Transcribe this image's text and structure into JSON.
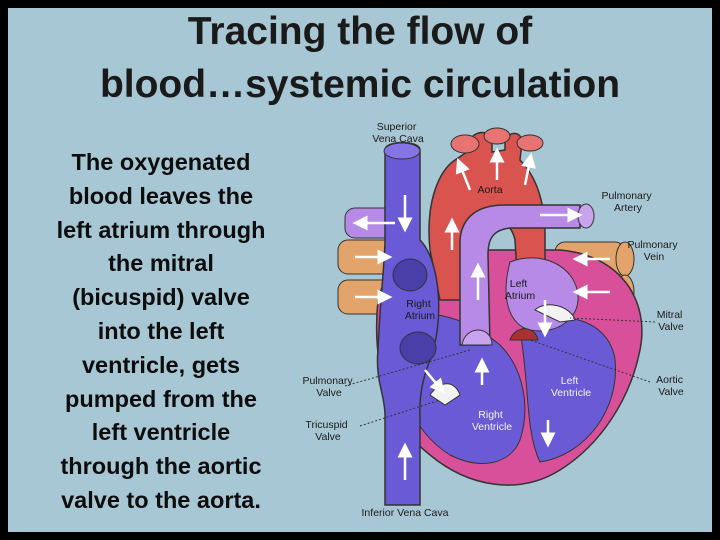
{
  "title": {
    "line1": "Tracing the flow of",
    "line2": "blood…systemic circulation"
  },
  "body_lines": [
    "The oxygenated",
    "blood leaves the",
    "left atrium through",
    "the mitral",
    "(bicuspid) valve",
    "into the left",
    "ventricle, gets",
    "pumped from the",
    "left ventricle",
    "through the aortic",
    "valve to the aorta."
  ],
  "labels": {
    "superior_vena_cava": [
      "Superior",
      "Vena Cava"
    ],
    "aorta": "Aorta",
    "pulmonary_artery": [
      "Pulmonary",
      "Artery"
    ],
    "pulmonary_vein": [
      "Pulmonary",
      "Vein"
    ],
    "left_atrium": [
      "Left",
      "Atrium"
    ],
    "right_atrium": [
      "Right",
      "Atrium"
    ],
    "mitral_valve": [
      "Mitral",
      "Valve"
    ],
    "pulmonary_valve": [
      "Pulmonary",
      "Valve"
    ],
    "left_ventricle": [
      "Left",
      "Ventricle"
    ],
    "aortic_valve": [
      "Aortic",
      "Valve"
    ],
    "tricuspid_valve": [
      "Tricuspid",
      "Valve"
    ],
    "right_ventricle": [
      "Right",
      "Ventricle"
    ],
    "inferior_vena_cava": "Inferior Vena Cava"
  },
  "colors": {
    "background": "#a8c7d5",
    "frame": "#000000",
    "deoxygenated": "#6a5ad6",
    "oxygenated": "#d9534f",
    "pulmonary": "#b68ae6",
    "pulmonary_vein": "#e2a46a",
    "myocardium": "#d9509a"
  }
}
